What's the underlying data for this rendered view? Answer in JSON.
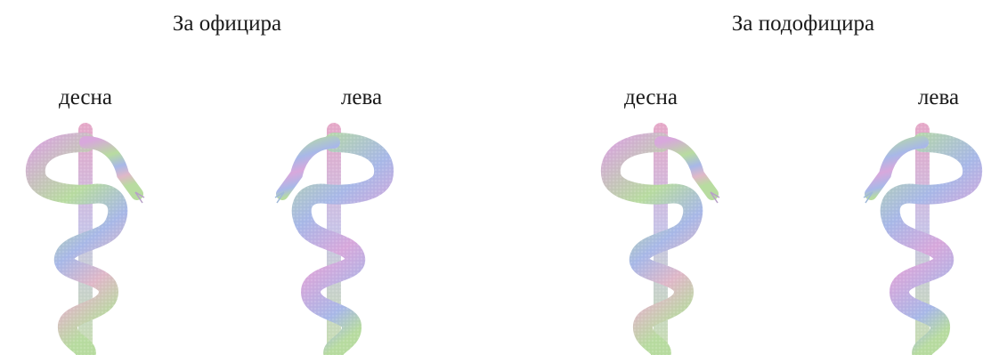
{
  "groups": [
    {
      "title": "За официра",
      "emblems": [
        {
          "label": "десна",
          "facing": "right"
        },
        {
          "label": "лева",
          "facing": "left"
        }
      ]
    },
    {
      "title": "За подофицира",
      "emblems": [
        {
          "label": "десна",
          "facing": "right"
        },
        {
          "label": "лева",
          "facing": "left"
        }
      ]
    }
  ],
  "colors": {
    "text": "#1a1a1a",
    "rod_top": "#e6a8c8",
    "rod_mid": "#b8d89c",
    "rod_bottom": "#c8e0b0",
    "snake_a": "#d8a8dc",
    "snake_b": "#a8b8e8",
    "snake_c": "#b8dca0",
    "snake_d": "#e0b8c8"
  },
  "icons": {
    "emblem": "rod-of-asclepius-icon"
  }
}
